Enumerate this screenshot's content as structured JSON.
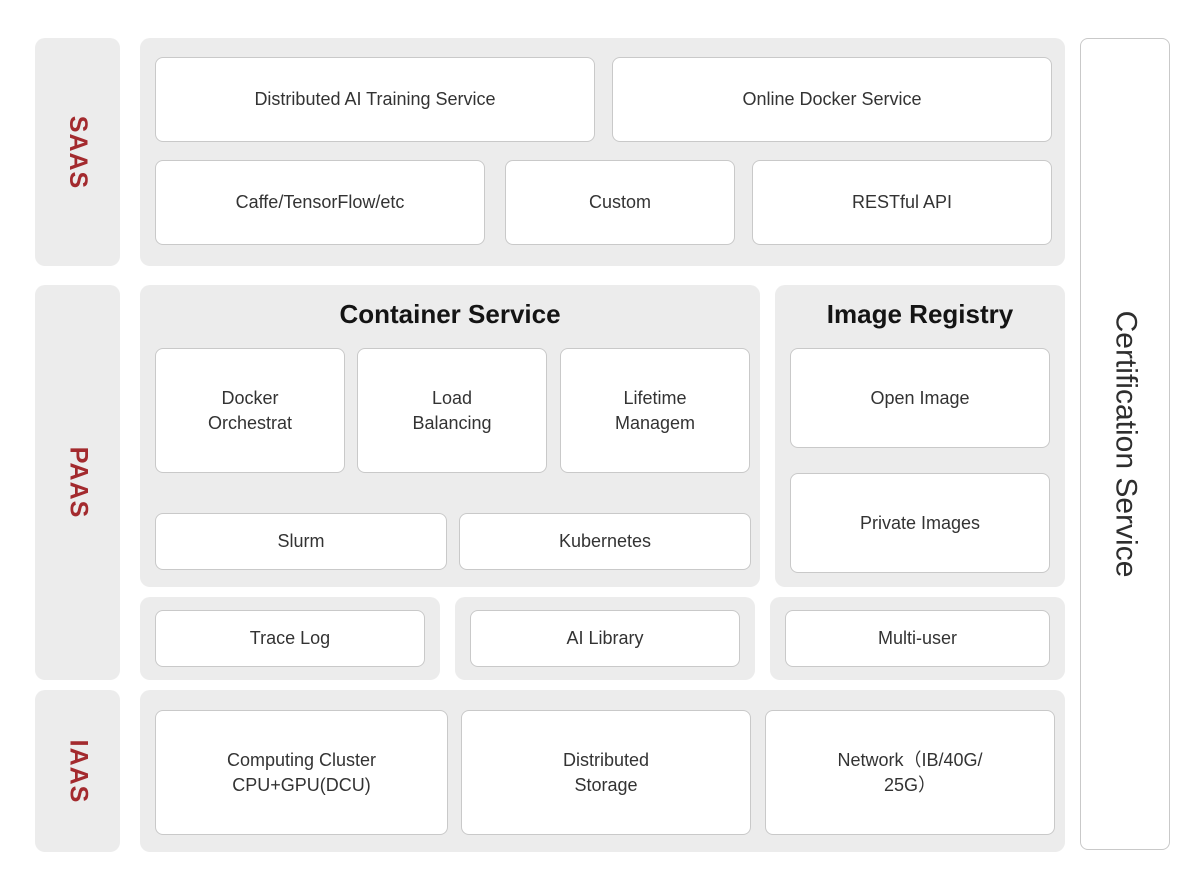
{
  "colors": {
    "accent_red": "#a32a2e",
    "panel_gray": "#ececec",
    "box_border": "#c9c9c9",
    "text": "#333333"
  },
  "layers": [
    {
      "id": "saas",
      "label": "SAAS"
    },
    {
      "id": "paas",
      "label": "PAAS"
    },
    {
      "id": "iaas",
      "label": "IAAS"
    }
  ],
  "saas": {
    "boxes": [
      {
        "label": "Distributed AI Training Service"
      },
      {
        "label": "Online Docker Service"
      },
      {
        "label": "Caffe/TensorFlow/etc"
      },
      {
        "label": "Custom"
      },
      {
        "label": "RESTful API"
      }
    ]
  },
  "paas": {
    "container_service": {
      "title": "Container Service",
      "top_boxes": [
        {
          "line1": "Docker",
          "line2": "Orchestrat"
        },
        {
          "line1": "Load",
          "line2": "Balancing"
        },
        {
          "line1": "Lifetime",
          "line2": "Managem"
        }
      ],
      "bottom_boxes": [
        {
          "label": "Slurm"
        },
        {
          "label": "Kubernetes"
        }
      ]
    },
    "image_registry": {
      "title": "Image Registry",
      "boxes": [
        {
          "label": "Open Image"
        },
        {
          "label": "Private Images"
        }
      ]
    },
    "extras": [
      {
        "label": "Trace Log"
      },
      {
        "label": "AI Library"
      },
      {
        "label": "Multi-user"
      }
    ]
  },
  "iaas": {
    "boxes": [
      {
        "line1": "Computing Cluster",
        "line2": "CPU+GPU(DCU)"
      },
      {
        "line1": "Distributed",
        "line2": "Storage"
      },
      {
        "line1": "Network（IB/40G/",
        "line2": "25G）"
      }
    ]
  },
  "certification": {
    "label": "Certification Service"
  }
}
